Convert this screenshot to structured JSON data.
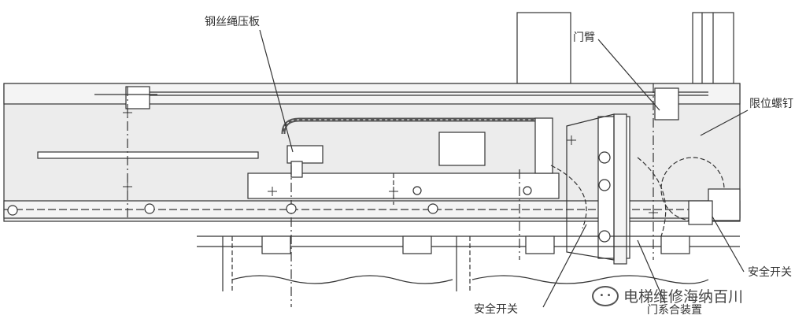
{
  "labels": {
    "wire_rope_plate": "钢丝绳压板",
    "door_arm": "门臂",
    "limit_screw": "限位螺钉",
    "safety_switch_right": "安全开关",
    "safety_switch_bottom": "安全开关",
    "door_coupling_device": "门系合装置"
  },
  "watermark": {
    "text": "电梯维修海纳百川"
  },
  "colors": {
    "line": "#333333",
    "frame_fill": "#ececec",
    "panel_fill": "#f4f4f4",
    "background": "#ffffff"
  }
}
